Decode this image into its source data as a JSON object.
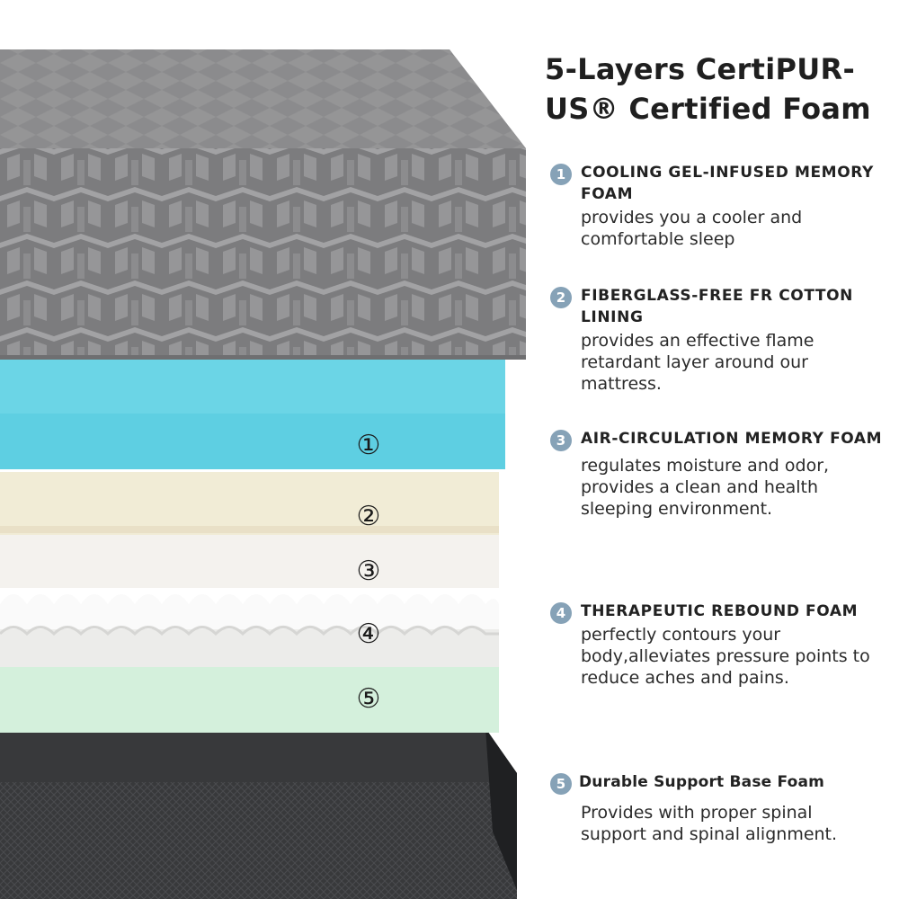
{
  "title": "5-Layers CertiPUR-US® Certified Foam",
  "layers": [
    {
      "number": "1",
      "marker": "①",
      "heading": "COOLING GEL-INFUSED MEMORY FOAM",
      "description": "provides you a cooler  and comfortable sleep"
    },
    {
      "number": "2",
      "marker": "②",
      "heading": "FIBERGLASS-FREE FR COTTON LINING",
      "description": "provides an effective flame retardant layer around our mattress."
    },
    {
      "number": "3",
      "marker": "③",
      "heading": "AIR-CIRCULATION MEMORY FOAM",
      "description": "regulates moisture and odor, provides a clean and health sleeping environment."
    },
    {
      "number": "4",
      "marker": "④",
      "heading": "THERAPEUTIC REBOUND FOAM",
      "description": "perfectly contours your body,alleviates pressure points to reduce aches and pains."
    },
    {
      "number": "5",
      "marker": "⑤",
      "heading": "Durable Support Base Foam",
      "description": "Provides with proper spinal support and  spinal alignment."
    }
  ],
  "colors": {
    "cover_top": "#8b8b8d",
    "cover_side": "#7c7c7e",
    "cover_pattern": "#a7a7a9",
    "gel_foam": "#5ecfe2",
    "cotton_lining": "#f1ecd6",
    "memory_foam": "#f4f2ee",
    "rebound_foam": "#ececea",
    "base_foam": "#d4f0dc",
    "base_cover": "#38393b",
    "badge": "#86a2b7"
  }
}
